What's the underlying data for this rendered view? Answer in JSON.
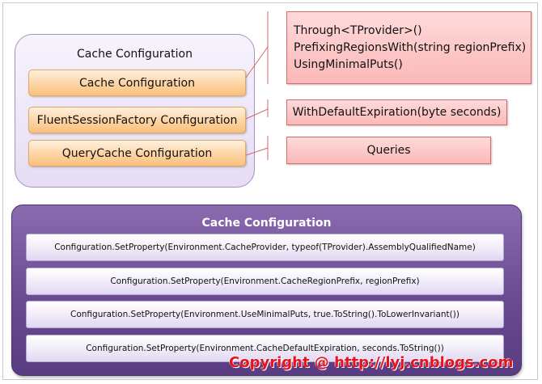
{
  "top_group": {
    "title": "Cache Configuration",
    "items": [
      {
        "label": "Cache Configuration"
      },
      {
        "label": "FluentSessionFactory Configuration"
      },
      {
        "label": "QueryCache Configuration"
      }
    ]
  },
  "methods": [
    {
      "lines": [
        "Through<TProvider>()",
        "PrefixingRegionsWith(string regionPrefix)",
        "UsingMinimalPuts()"
      ]
    },
    {
      "lines": [
        "WithDefaultExpiration(byte seconds)"
      ]
    },
    {
      "lines": [
        "Queries"
      ]
    }
  ],
  "bottom_group": {
    "title": "Cache Configuration",
    "rows": [
      {
        "text": "Configuration.SetProperty(Environment.CacheProvider, typeof(TProvider).AssemblyQualifiedName)"
      },
      {
        "text": "Configuration.SetProperty(Environment.CacheRegionPrefix, regionPrefix)"
      },
      {
        "text": "Configuration.SetProperty(Environment.UseMinimalPuts, true.ToString().ToLowerInvariant())"
      },
      {
        "text": "Configuration.SetProperty(Environment.CacheDefaultExpiration, seconds.ToString())"
      }
    ]
  },
  "copyright": "Copyright @ http://lyj.cnblogs.com",
  "colors": {
    "orange_fill": "#fdd6a7",
    "red_fill": "#fbb8b8",
    "purple_group": "#6a4a92",
    "copyright_red": "#e8121e"
  }
}
